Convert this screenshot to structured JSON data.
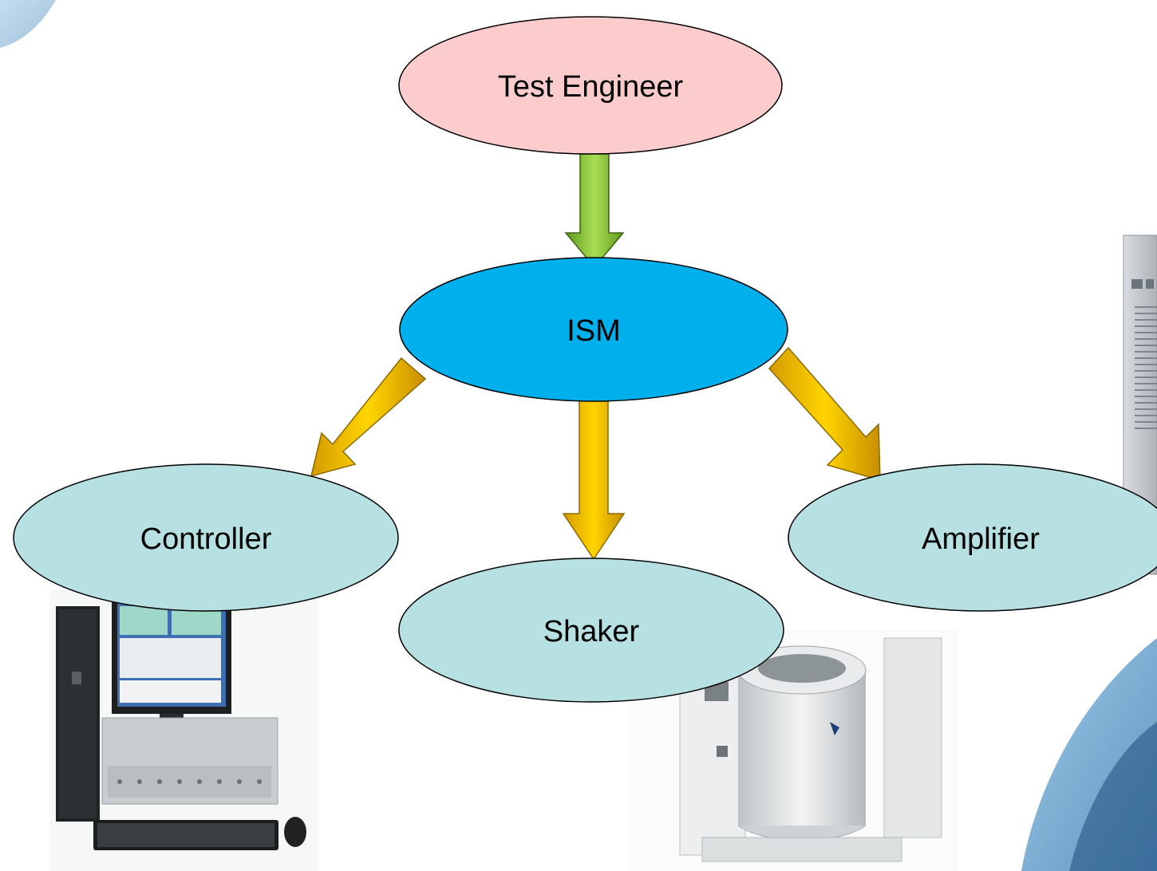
{
  "nodes": {
    "test_engineer": {
      "label": "Test Engineer",
      "color": "#fccccc"
    },
    "ism": {
      "label": "ISM",
      "color": "#00b0ec"
    },
    "controller": {
      "label": "Controller",
      "color": "#b6e0e2"
    },
    "shaker": {
      "label": "Shaker",
      "color": "#b6e0e2"
    },
    "amplifier": {
      "label": "Amplifier",
      "color": "#b6e0e2"
    }
  },
  "edges": [
    {
      "from": "Test Engineer",
      "to": "ISM",
      "color": "#8cc63f"
    },
    {
      "from": "ISM",
      "to": "Controller",
      "color": "#f5c400"
    },
    {
      "from": "ISM",
      "to": "Shaker",
      "color": "#f5c400"
    },
    {
      "from": "ISM",
      "to": "Amplifier",
      "color": "#f5c400"
    }
  ],
  "photos": {
    "controller": "controller-computer-photo",
    "shaker": "vibration-shaker-photo",
    "amplifier": "amplifier-cabinet-photo"
  }
}
